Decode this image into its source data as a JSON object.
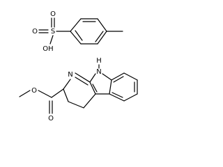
{
  "diagram": {
    "type": "chemical-structure",
    "background": "#ffffff",
    "bond_color": "#000000",
    "components": [
      {
        "name": "sulfonic-acid",
        "atom_labels": {
          "S": "S",
          "O1": "O",
          "O2": "O",
          "OH": "OH"
        }
      },
      {
        "name": "beta-carboline-ester",
        "atom_labels": {
          "NH": "H",
          "NHN": "N",
          "N": "N",
          "O_carbonyl": "O",
          "O_ester": "O"
        }
      }
    ]
  }
}
